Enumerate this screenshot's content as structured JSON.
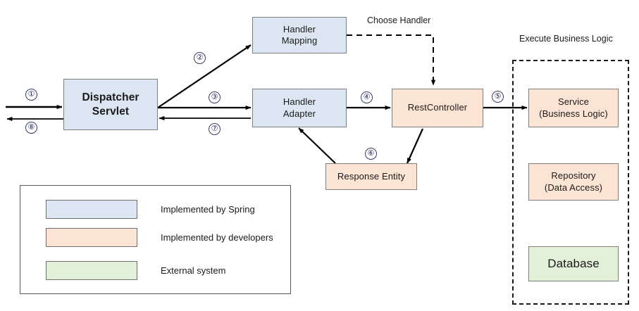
{
  "diagram": {
    "title_labels": {
      "execute_business_logic": "Execute Business Logic",
      "choose_handler": "Choose Handler"
    },
    "nodes": {
      "dispatcher_servlet": "Dispatcher\nServlet",
      "dispatcher_servlet_line1": "Dispatcher",
      "dispatcher_servlet_line2": "Servlet",
      "handler_mapping_line1": "Handler",
      "handler_mapping_line2": "Mapping",
      "handler_adapter_line1": "Handler",
      "handler_adapter_line2": "Adapter",
      "rest_controller": "RestController",
      "response_entity": "Response Entity",
      "service_line1": "Service",
      "service_line2": "(Business Logic)",
      "repository_line1": "Repository",
      "repository_line2": "(Data Access)",
      "database": "Database"
    },
    "steps": {
      "s1": "①",
      "s2": "②",
      "s3": "③",
      "s4": "④",
      "s5": "⑤",
      "s6": "⑥",
      "s7": "⑦",
      "s8": "⑧"
    },
    "legend": {
      "items": [
        {
          "swatch": "spring",
          "label": "Implemented by Spring",
          "color": "#dce6f2"
        },
        {
          "swatch": "dev",
          "label": "Implemented by developers",
          "color": "#fce4d4"
        },
        {
          "swatch": "external",
          "label": "External system",
          "color": "#e2efd9"
        }
      ]
    },
    "colors": {
      "spring": "#dce6f2",
      "developers": "#fce4d4",
      "external": "#e2efd9",
      "stroke": "#000000",
      "node_border": "#7f7f7f"
    }
  }
}
